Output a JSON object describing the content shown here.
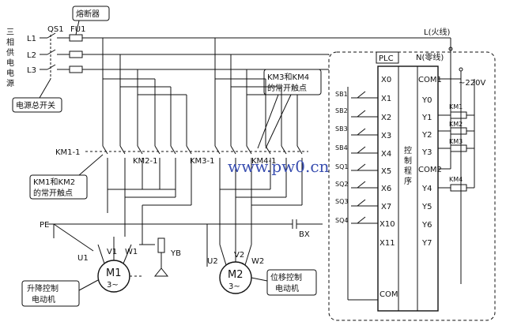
{
  "labels": {
    "fuse": "熔断器",
    "fu1": "FU1",
    "qs1": "QS1",
    "phase_vertical": [
      "三",
      "相",
      "供",
      "电",
      "电",
      "源"
    ],
    "l1": "L1",
    "l2": "L2",
    "l3": "L3",
    "main_switch": "电源总开关",
    "live": "L(火线)",
    "neutral": "N(零线)",
    "v220": "~220V",
    "plc": "PLC",
    "km34_callout": "KM3和KM4\n的常开触点",
    "km12_callout": "KM1和KM2\n的常开触点",
    "km1_1": "KM1-1",
    "km2_1": "KM2-1",
    "km3_1": "KM3-1",
    "km4_1": "KM4-1",
    "pe": "PE",
    "bx": "BX",
    "yb": "YB",
    "u1": "U1",
    "v1": "V1",
    "w1": "W1",
    "u2": "U2",
    "v2": "V2",
    "w2": "W2",
    "m1": "M1",
    "m1_sub": "3~",
    "m2": "M2",
    "m2_sub": "3~",
    "m1_desc": "升降控制\n电动机",
    "m2_desc": "位移控制\n电动机",
    "inputs_sw": [
      "SB1",
      "SB2",
      "SB3",
      "SB4",
      "SQ1",
      "SQ2",
      "SQ3",
      "SQ4"
    ],
    "plc_inputs": [
      "X0",
      "X1",
      "X2",
      "X3",
      "X4",
      "X5",
      "X6",
      "X7",
      "X10",
      "X11"
    ],
    "plc_com_in": "COM",
    "plc_outputs": [
      "COM1",
      "Y0",
      "Y1",
      "Y2",
      "Y3",
      "COM2",
      "Y4",
      "Y5",
      "Y6",
      "Y7"
    ],
    "program": [
      "控",
      "制",
      "程",
      "序"
    ],
    "coils": [
      "KM1",
      "KM2",
      "KM3",
      "KM4"
    ],
    "watermark": "www.pw0.cn"
  }
}
